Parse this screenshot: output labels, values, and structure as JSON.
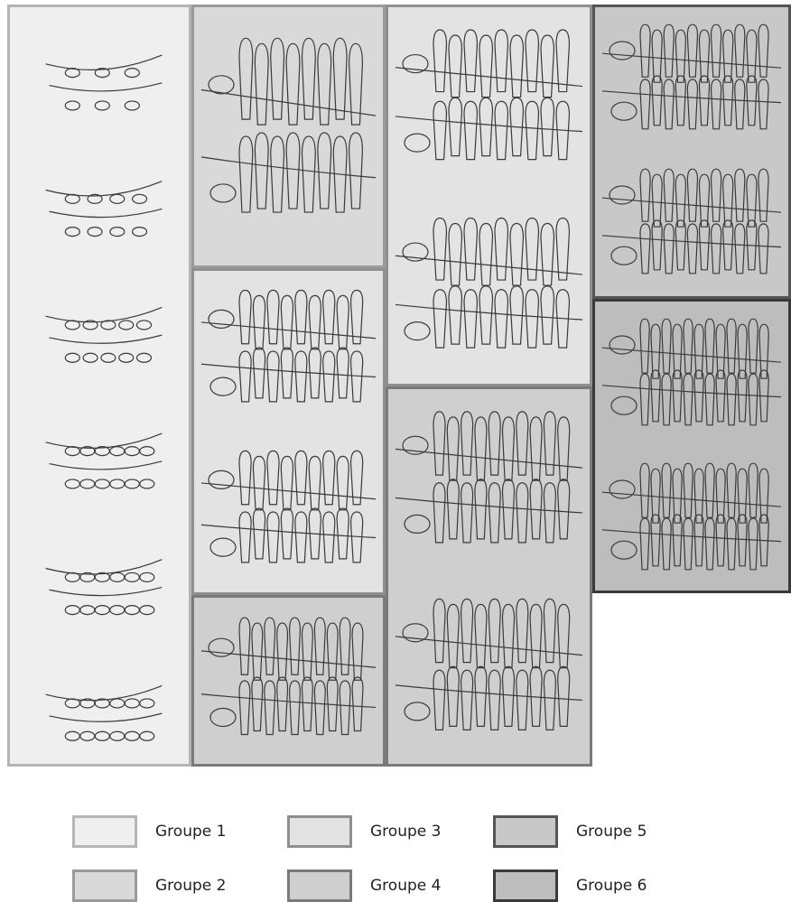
{
  "groups": [
    {
      "id": 1,
      "label": "Groupe 1",
      "fill": "#efefef",
      "border": "#b5b5b5"
    },
    {
      "id": 2,
      "label": "Groupe 2",
      "fill": "#d9d9d9",
      "border": "#9a9a9a"
    },
    {
      "id": 3,
      "label": "Groupe 3",
      "fill": "#e3e3e3",
      "border": "#8f8f8f"
    },
    {
      "id": 4,
      "label": "Groupe 4",
      "fill": "#cfcfcf",
      "border": "#7a7a7a"
    },
    {
      "id": 5,
      "label": "Groupe 5",
      "fill": "#c8c8c8",
      "border": "#555555"
    },
    {
      "id": 6,
      "label": "Groupe 6",
      "fill": "#bdbdbd",
      "border": "#3a3a3a"
    }
  ]
}
